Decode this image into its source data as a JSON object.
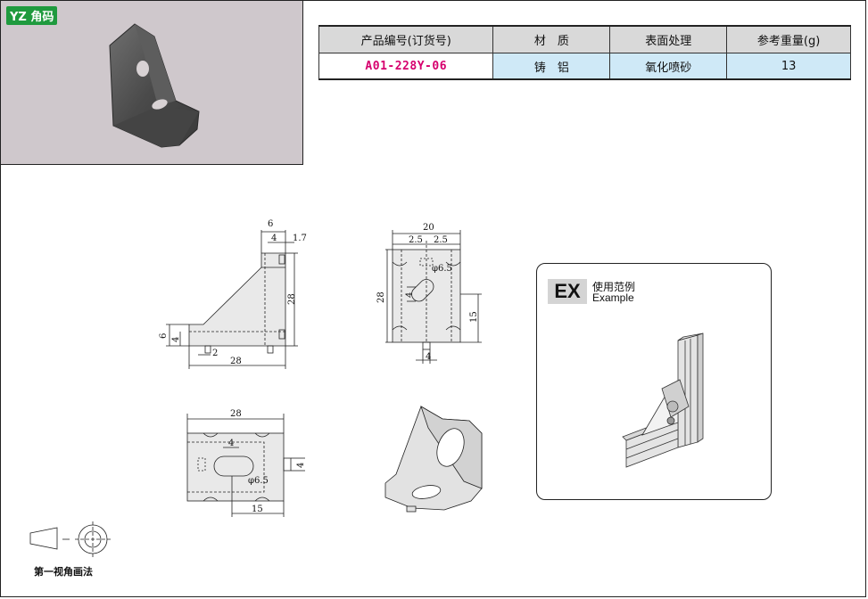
{
  "product": {
    "tag_label": "YZ 角码"
  },
  "spec_table": {
    "headers": [
      "产品编号(订货号)",
      "材　质",
      "表面处理",
      "参考重量(g)"
    ],
    "values": [
      "A01-228Y-06",
      "铸　铝",
      "氧化喷砂",
      "13"
    ]
  },
  "dimensions": {
    "side": {
      "top_width": "6",
      "top_inner": "4",
      "top_right": "1.7",
      "height": "28",
      "foot_height": "6",
      "foot_inner": "4",
      "foot_pin": "2",
      "bottom_width": "28"
    },
    "front": {
      "width": "20",
      "half_left": "2.5",
      "half_right": "2.5",
      "hole": "φ6.5",
      "slot": "4",
      "height": "28",
      "right_height": "15",
      "bottom_pin": "4"
    },
    "top": {
      "width": "28",
      "slot": "4",
      "hole": "φ6.5",
      "right_pin": "4",
      "bottom_len": "15"
    }
  },
  "example": {
    "badge": "EX",
    "title_cn": "使用范例",
    "title_en": "Example"
  },
  "projection": {
    "label": "第一视角画法"
  }
}
